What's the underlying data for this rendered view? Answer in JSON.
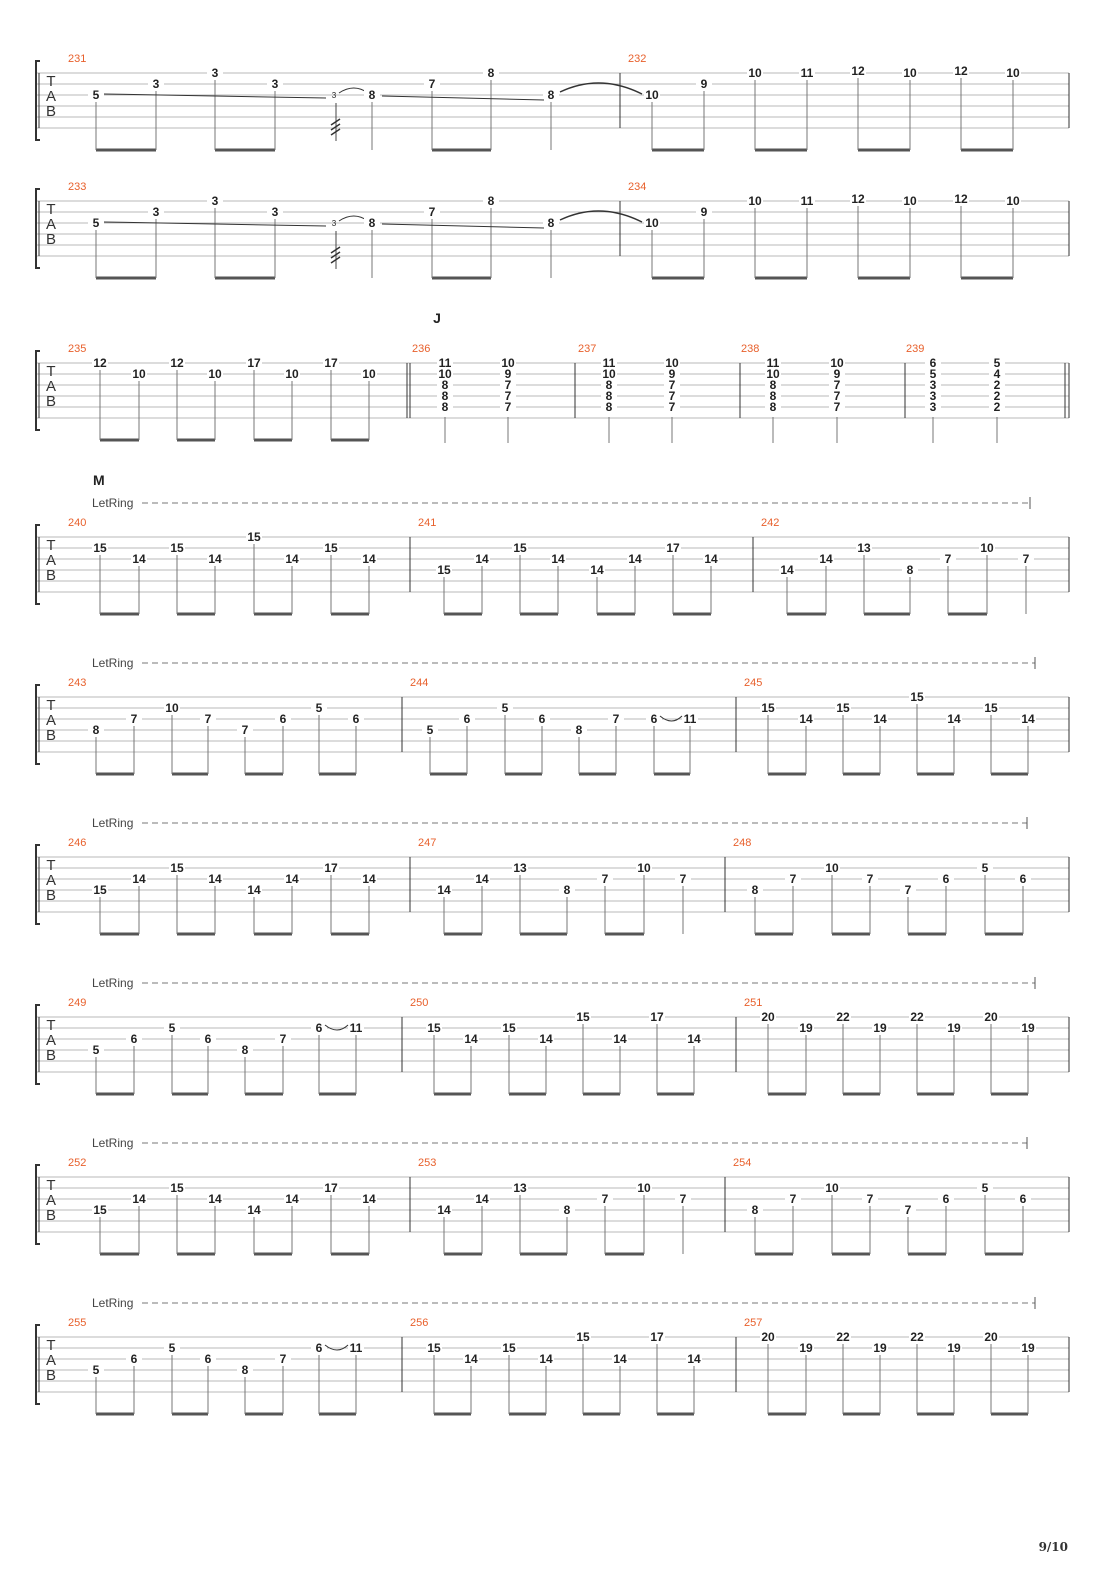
{
  "page": {
    "number": "9/10"
  },
  "tab_clef": [
    "T",
    "A",
    "B"
  ],
  "let_ring_label": "LetRing",
  "systems": [
    {
      "measures": [
        {
          "number": "231",
          "notes": [
            {
              "s": 2,
              "f": "5"
            },
            {
              "s": 1,
              "f": "3"
            },
            {
              "s": 0,
              "f": "3"
            },
            {
              "s": 1,
              "f": "3"
            },
            {
              "s": 2,
              "f": "3",
              "grace": true
            },
            {
              "s": 2,
              "f": "8"
            },
            {
              "s": 1,
              "f": "7"
            },
            {
              "s": 0,
              "f": "8"
            },
            {
              "s": 2,
              "f": "8"
            }
          ]
        },
        {
          "number": "232",
          "notes": [
            {
              "s": 2,
              "f": "10"
            },
            {
              "s": 1,
              "f": "9"
            },
            {
              "s": 0,
              "f": "10"
            },
            {
              "s": 0,
              "f": "11"
            },
            {
              "s": -1,
              "f": "12"
            },
            {
              "s": 0,
              "f": "10"
            },
            {
              "s": -1,
              "f": "12"
            },
            {
              "s": 0,
              "f": "10"
            }
          ]
        }
      ]
    },
    {
      "measures": [
        {
          "number": "233",
          "notes": [
            {
              "s": 2,
              "f": "5"
            },
            {
              "s": 1,
              "f": "3"
            },
            {
              "s": 0,
              "f": "3"
            },
            {
              "s": 1,
              "f": "3"
            },
            {
              "s": 2,
              "f": "3",
              "grace": true
            },
            {
              "s": 2,
              "f": "8"
            },
            {
              "s": 1,
              "f": "7"
            },
            {
              "s": 0,
              "f": "8"
            },
            {
              "s": 2,
              "f": "8"
            }
          ]
        },
        {
          "number": "234",
          "notes": [
            {
              "s": 2,
              "f": "10"
            },
            {
              "s": 1,
              "f": "9"
            },
            {
              "s": 0,
              "f": "10"
            },
            {
              "s": 0,
              "f": "11"
            },
            {
              "s": -1,
              "f": "12"
            },
            {
              "s": 0,
              "f": "10"
            },
            {
              "s": -1,
              "f": "12"
            },
            {
              "s": 0,
              "f": "10"
            }
          ]
        }
      ]
    },
    {
      "section": "J",
      "measures": [
        {
          "number": "235",
          "notes": [
            {
              "s": 0,
              "f": "12"
            },
            {
              "s": 1,
              "f": "10"
            },
            {
              "s": 0,
              "f": "12"
            },
            {
              "s": 1,
              "f": "10"
            },
            {
              "s": 0,
              "f": "17"
            },
            {
              "s": 1,
              "f": "10"
            },
            {
              "s": 0,
              "f": "17"
            },
            {
              "s": 1,
              "f": "10"
            }
          ]
        },
        {
          "number": "236",
          "chords": [
            [
              "11",
              "10",
              "8",
              "8",
              "8"
            ],
            [
              "10",
              "9",
              "7",
              "7",
              "7"
            ]
          ]
        },
        {
          "number": "237",
          "chords": [
            [
              "11",
              "10",
              "8",
              "8",
              "8"
            ],
            [
              "10",
              "9",
              "7",
              "7",
              "7"
            ]
          ]
        },
        {
          "number": "238",
          "chords": [
            [
              "11",
              "10",
              "8",
              "8",
              "8"
            ],
            [
              "10",
              "9",
              "7",
              "7",
              "7"
            ]
          ]
        },
        {
          "number": "239",
          "chords": [
            [
              "6",
              "5",
              "3",
              "3",
              "3"
            ],
            [
              "5",
              "4",
              "2",
              "2",
              "2"
            ]
          ]
        }
      ]
    },
    {
      "section": "M",
      "measures": [
        {
          "number": "240",
          "notes": [
            {
              "s": 1,
              "f": "15"
            },
            {
              "s": 2,
              "f": "14"
            },
            {
              "s": 1,
              "f": "15"
            },
            {
              "s": 2,
              "f": "14"
            },
            {
              "s": 0,
              "f": "15"
            },
            {
              "s": 2,
              "f": "14"
            },
            {
              "s": 1,
              "f": "15"
            },
            {
              "s": 2,
              "f": "14"
            }
          ]
        },
        {
          "number": "241",
          "notes": [
            {
              "s": 3,
              "f": "15"
            },
            {
              "s": 2,
              "f": "14"
            },
            {
              "s": 1,
              "f": "15"
            },
            {
              "s": 2,
              "f": "14"
            },
            {
              "s": 3,
              "f": "14"
            },
            {
              "s": 2,
              "f": "14"
            },
            {
              "s": 1,
              "f": "17"
            },
            {
              "s": 2,
              "f": "14"
            }
          ]
        },
        {
          "number": "242",
          "notes": [
            {
              "s": 3,
              "f": "14"
            },
            {
              "s": 2,
              "f": "14"
            },
            {
              "s": 1,
              "f": "13"
            },
            {
              "s": 3,
              "f": "8"
            },
            {
              "s": 2,
              "f": "7"
            },
            {
              "s": 1,
              "f": "10"
            },
            {
              "s": 2,
              "f": "7"
            }
          ]
        }
      ]
    },
    {
      "measures": [
        {
          "number": "243",
          "notes": [
            {
              "s": 3,
              "f": "8"
            },
            {
              "s": 2,
              "f": "7"
            },
            {
              "s": 1,
              "f": "10"
            },
            {
              "s": 2,
              "f": "7"
            },
            {
              "s": 3,
              "f": "7"
            },
            {
              "s": 2,
              "f": "6"
            },
            {
              "s": 1,
              "f": "5"
            },
            {
              "s": 2,
              "f": "6"
            }
          ]
        },
        {
          "number": "244",
          "notes": [
            {
              "s": 3,
              "f": "5"
            },
            {
              "s": 2,
              "f": "6"
            },
            {
              "s": 1,
              "f": "5"
            },
            {
              "s": 2,
              "f": "6"
            },
            {
              "s": 3,
              "f": "8"
            },
            {
              "s": 2,
              "f": "7"
            },
            {
              "s": 2,
              "f": "6"
            },
            {
              "s": 2,
              "f": "11"
            }
          ]
        },
        {
          "number": "245",
          "notes": [
            {
              "s": 1,
              "f": "15"
            },
            {
              "s": 2,
              "f": "14"
            },
            {
              "s": 1,
              "f": "15"
            },
            {
              "s": 2,
              "f": "14"
            },
            {
              "s": 0,
              "f": "15"
            },
            {
              "s": 2,
              "f": "14"
            },
            {
              "s": 1,
              "f": "15"
            },
            {
              "s": 2,
              "f": "14"
            }
          ]
        }
      ]
    },
    {
      "measures": [
        {
          "number": "246",
          "notes": [
            {
              "s": 3,
              "f": "15"
            },
            {
              "s": 2,
              "f": "14"
            },
            {
              "s": 1,
              "f": "15"
            },
            {
              "s": 2,
              "f": "14"
            },
            {
              "s": 3,
              "f": "14"
            },
            {
              "s": 2,
              "f": "14"
            },
            {
              "s": 1,
              "f": "17"
            },
            {
              "s": 2,
              "f": "14"
            }
          ]
        },
        {
          "number": "247",
          "notes": [
            {
              "s": 3,
              "f": "14"
            },
            {
              "s": 2,
              "f": "14"
            },
            {
              "s": 1,
              "f": "13"
            },
            {
              "s": 3,
              "f": "8"
            },
            {
              "s": 2,
              "f": "7"
            },
            {
              "s": 1,
              "f": "10"
            },
            {
              "s": 2,
              "f": "7"
            }
          ]
        },
        {
          "number": "248",
          "notes": [
            {
              "s": 3,
              "f": "8"
            },
            {
              "s": 2,
              "f": "7"
            },
            {
              "s": 1,
              "f": "10"
            },
            {
              "s": 2,
              "f": "7"
            },
            {
              "s": 3,
              "f": "7"
            },
            {
              "s": 2,
              "f": "6"
            },
            {
              "s": 1,
              "f": "5"
            },
            {
              "s": 2,
              "f": "6"
            }
          ]
        }
      ]
    },
    {
      "measures": [
        {
          "number": "249",
          "notes": [
            {
              "s": 3,
              "f": "5"
            },
            {
              "s": 2,
              "f": "6"
            },
            {
              "s": 1,
              "f": "5"
            },
            {
              "s": 2,
              "f": "6"
            },
            {
              "s": 3,
              "f": "8"
            },
            {
              "s": 2,
              "f": "7"
            },
            {
              "s": 1,
              "f": "6"
            },
            {
              "s": 1,
              "f": "11"
            }
          ]
        },
        {
          "number": "250",
          "notes": [
            {
              "s": 1,
              "f": "15"
            },
            {
              "s": 2,
              "f": "14"
            },
            {
              "s": 1,
              "f": "15"
            },
            {
              "s": 2,
              "f": "14"
            },
            {
              "s": 0,
              "f": "15"
            },
            {
              "s": 2,
              "f": "14"
            },
            {
              "s": 0,
              "f": "17"
            },
            {
              "s": 2,
              "f": "14"
            }
          ]
        },
        {
          "number": "251",
          "notes": [
            {
              "s": 0,
              "f": "20"
            },
            {
              "s": 1,
              "f": "19"
            },
            {
              "s": 0,
              "f": "22"
            },
            {
              "s": 1,
              "f": "19"
            },
            {
              "s": 0,
              "f": "22"
            },
            {
              "s": 1,
              "f": "19"
            },
            {
              "s": 0,
              "f": "20"
            },
            {
              "s": 1,
              "f": "19"
            }
          ]
        }
      ]
    },
    {
      "measures": [
        {
          "number": "252",
          "notes": [
            {
              "s": 3,
              "f": "15"
            },
            {
              "s": 2,
              "f": "14"
            },
            {
              "s": 1,
              "f": "15"
            },
            {
              "s": 2,
              "f": "14"
            },
            {
              "s": 3,
              "f": "14"
            },
            {
              "s": 2,
              "f": "14"
            },
            {
              "s": 1,
              "f": "17"
            },
            {
              "s": 2,
              "f": "14"
            }
          ]
        },
        {
          "number": "253",
          "notes": [
            {
              "s": 3,
              "f": "14"
            },
            {
              "s": 2,
              "f": "14"
            },
            {
              "s": 1,
              "f": "13"
            },
            {
              "s": 3,
              "f": "8"
            },
            {
              "s": 2,
              "f": "7"
            },
            {
              "s": 1,
              "f": "10"
            },
            {
              "s": 2,
              "f": "7"
            }
          ]
        },
        {
          "number": "254",
          "notes": [
            {
              "s": 3,
              "f": "8"
            },
            {
              "s": 2,
              "f": "7"
            },
            {
              "s": 1,
              "f": "10"
            },
            {
              "s": 2,
              "f": "7"
            },
            {
              "s": 3,
              "f": "7"
            },
            {
              "s": 2,
              "f": "6"
            },
            {
              "s": 1,
              "f": "5"
            },
            {
              "s": 2,
              "f": "6"
            }
          ]
        }
      ]
    },
    {
      "measures": [
        {
          "number": "255",
          "notes": [
            {
              "s": 3,
              "f": "5"
            },
            {
              "s": 2,
              "f": "6"
            },
            {
              "s": 1,
              "f": "5"
            },
            {
              "s": 2,
              "f": "6"
            },
            {
              "s": 3,
              "f": "8"
            },
            {
              "s": 2,
              "f": "7"
            },
            {
              "s": 1,
              "f": "6"
            },
            {
              "s": 1,
              "f": "11"
            }
          ]
        },
        {
          "number": "256",
          "notes": [
            {
              "s": 1,
              "f": "15"
            },
            {
              "s": 2,
              "f": "14"
            },
            {
              "s": 1,
              "f": "15"
            },
            {
              "s": 2,
              "f": "14"
            },
            {
              "s": 0,
              "f": "15"
            },
            {
              "s": 2,
              "f": "14"
            },
            {
              "s": 0,
              "f": "17"
            },
            {
              "s": 2,
              "f": "14"
            }
          ]
        },
        {
          "number": "257",
          "notes": [
            {
              "s": 0,
              "f": "20"
            },
            {
              "s": 1,
              "f": "19"
            },
            {
              "s": 0,
              "f": "22"
            },
            {
              "s": 1,
              "f": "19"
            },
            {
              "s": 0,
              "f": "22"
            },
            {
              "s": 1,
              "f": "19"
            },
            {
              "s": 0,
              "f": "20"
            },
            {
              "s": 1,
              "f": "19"
            }
          ]
        }
      ]
    }
  ]
}
